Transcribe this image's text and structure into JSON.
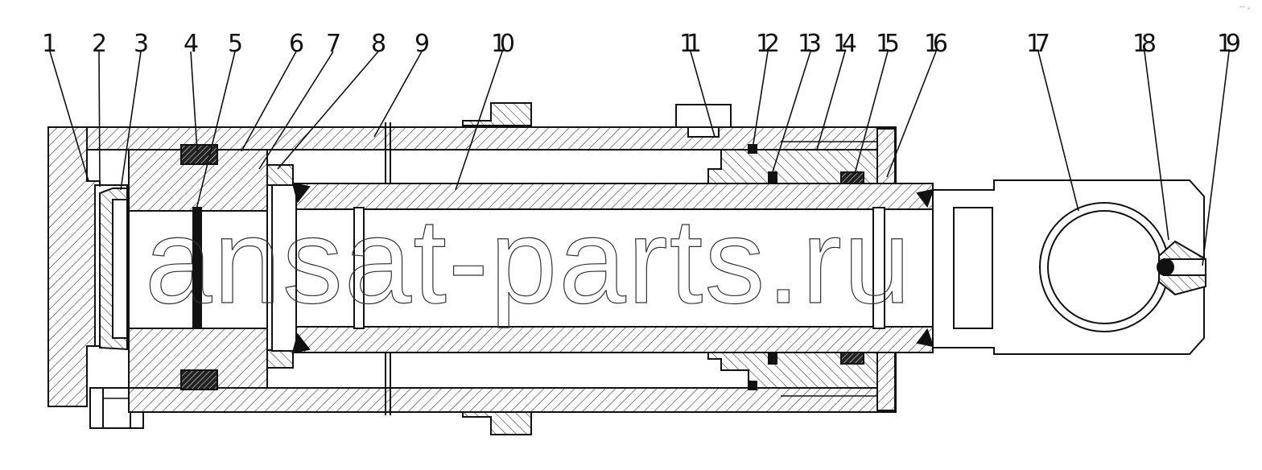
{
  "watermark": "ansat-parts.ru",
  "corner_mark": "ᵊᵐ ᵢᵢᵢ",
  "callouts": [
    "1",
    "2",
    "3",
    "4",
    "5",
    "6",
    "7",
    "8",
    "9",
    "10",
    "11",
    "12",
    "13",
    "14",
    "15",
    "16",
    "17",
    "18",
    "19"
  ]
}
